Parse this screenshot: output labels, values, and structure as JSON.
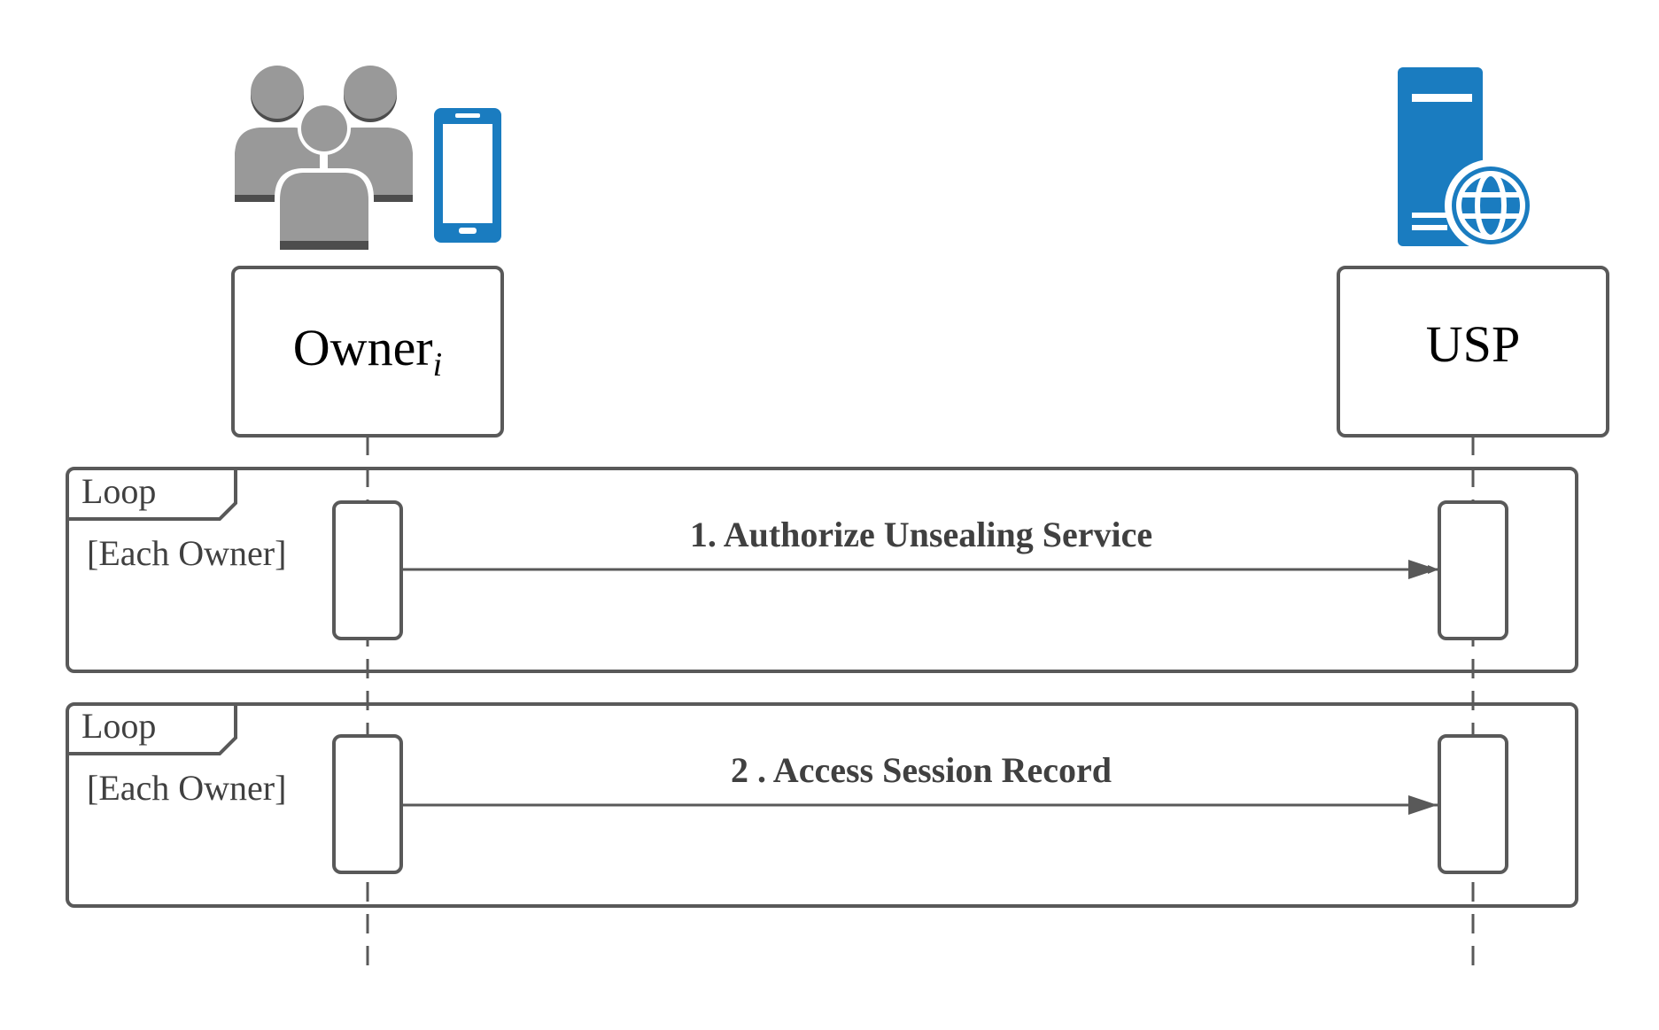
{
  "participants": [
    {
      "id": "owner",
      "name": "Owner",
      "subscript": "i",
      "icons": [
        "users-group-icon",
        "smartphone-icon"
      ]
    },
    {
      "id": "usp",
      "name": "USP",
      "icons": [
        "web-server-icon"
      ]
    }
  ],
  "fragments": [
    {
      "kind": "Loop",
      "guard": "[Each Owner]",
      "message": {
        "label": "1. Authorize Unsealing Service",
        "from": "owner",
        "to": "usp"
      }
    },
    {
      "kind": "Loop",
      "guard": "[Each Owner]",
      "message": {
        "label": "2 . Access Session Record",
        "from": "owner",
        "to": "usp"
      }
    }
  ],
  "colors": {
    "stroke": "#595959",
    "people": "#999999",
    "people_shadow": "#4d4d4d",
    "device_blue": "#1a7cc0",
    "text": "#404040"
  }
}
